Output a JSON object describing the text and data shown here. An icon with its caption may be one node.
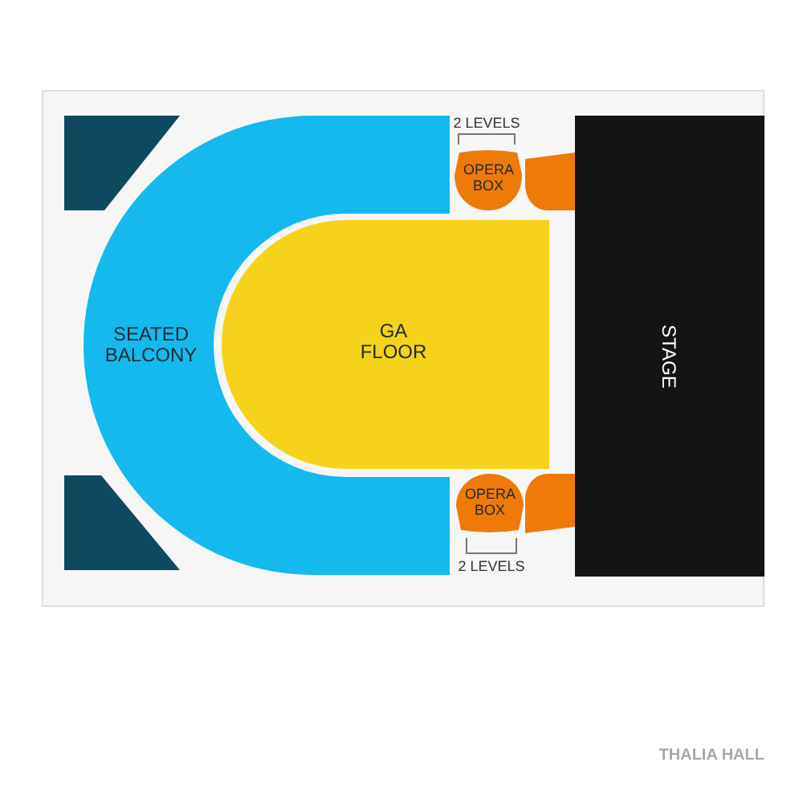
{
  "diagram": {
    "caption": "THALIA HALL",
    "nodes": [
      {
        "text": [],
        "shape": "box"
      },
      {
        "text": [
          "SEATED BALCONY"
        ]
      },
      {
        "text": [
          "OPERA BOX"
        ]
      },
      {
        "text": [],
        "shape": "box"
      },
      {
        "text": [
          "GA FLOOR"
        ]
      },
      {
        "text": [
          "STAGE"
        ]
      },
      {
        "text": [],
        "shape": "box"
      },
      {
        "text": [
          "OPERA BOX"
        ]
      },
      {
        "text": [],
        "shape": "box"
      }
    ],
    "labels": [
      "2 LEVELS",
      "2 LEVELS"
    ]
  }
}
